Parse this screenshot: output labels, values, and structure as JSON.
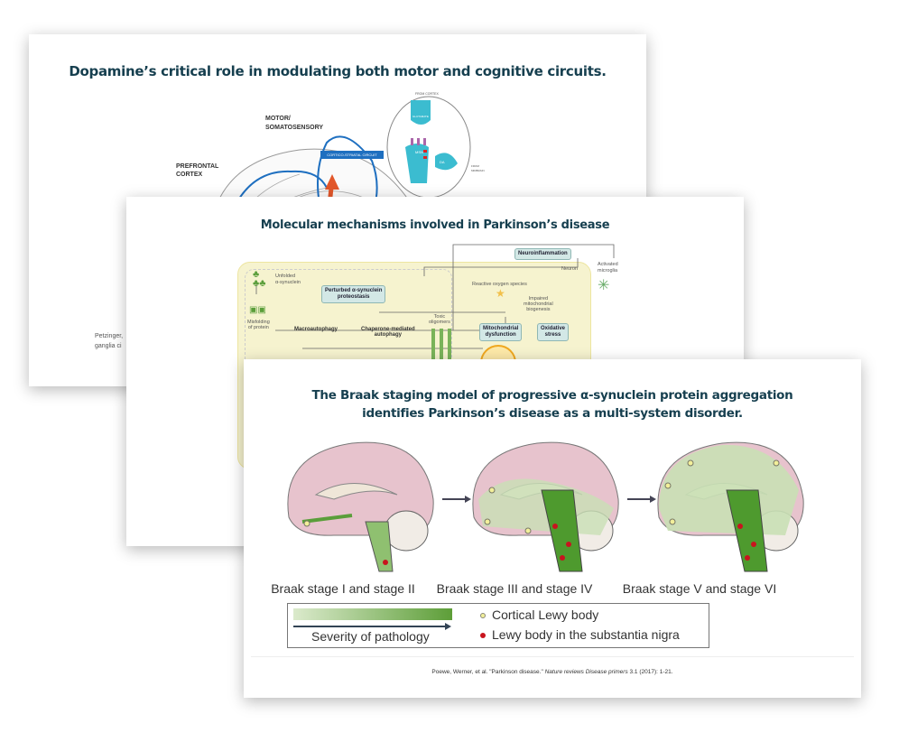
{
  "slide1": {
    "title": "Dopamine’s critical role in modulating both motor and cognitive circuits.",
    "labels": {
      "motor": "MOTOR/",
      "somato": "SOMATOSENSORY",
      "prefrontal": "PREFRONTAL",
      "cortex": "CORTEX",
      "circuit": "CORTICO-STRIATAL CIRCUIT",
      "from_cortex": "FROM CORTEX",
      "glutamate": "GLUTAMATE",
      "msn": "MSN",
      "da": "DA",
      "from": "FROM",
      "midbrain": "MIDBRAIN"
    },
    "citation_line1": "Petzinger,",
    "citation_line2": "ganglia ci"
  },
  "slide2": {
    "title": "Molecular mechanisms involved in Parkinson’s disease",
    "labels": {
      "neuroinflammation": "Neuroinflammation",
      "neuron": "Neuron",
      "activated": "Activated",
      "microglia": "microglia",
      "unfolded": "Unfolded",
      "asyn": "α-synuclein",
      "perturbed1": "Perturbed α-synuclein",
      "perturbed2": "proteostasis",
      "ros": "Reactive oxygen species",
      "impaired1": "Impaired",
      "impaired2": "mitochondrial",
      "impaired3": "biogenesis",
      "toxic1": "Toxic",
      "toxic2": "oligomers",
      "misfolding1": "Misfolding",
      "misfolding2": "of protein",
      "macro": "Macroautophagy",
      "chaperone1": "Chaperone-mediated",
      "chaperone2": "autophagy",
      "mito1": "Mitochondrial",
      "mito2": "dysfunction",
      "oxid1": "Oxidative",
      "oxid2": "stress"
    }
  },
  "slide3": {
    "title_line1": "The Braak staging model of progressive α-synuclein protein aggregation",
    "title_line2": "identifies Parkinson’s disease as a multi-system disorder.",
    "stages": [
      "Braak stage I and stage II",
      "Braak stage III and stage IV",
      "Braak stage V and stage VI"
    ],
    "legend": {
      "severity": "Severity of pathology",
      "cortical": "Cortical Lewy body",
      "nigra": "Lewy body in the substantia nigra"
    },
    "citation_plain": "Poewe, Werner, et al. \"Parkinson disease.\" ",
    "citation_italic": "Nature reviews Disease primers",
    "citation_end": " 3.1 (2017): 1-21.",
    "colors": {
      "title": "#163f4f",
      "cortical": "#f2ef9a",
      "nigra": "#c8141e",
      "green": "#5a9e3a"
    }
  }
}
